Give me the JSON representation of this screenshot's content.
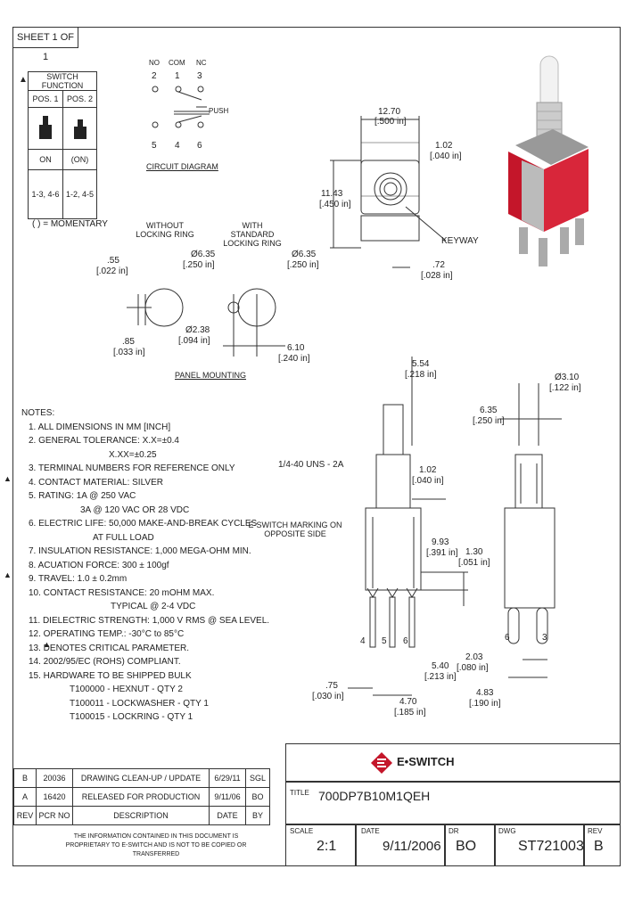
{
  "sheet": "SHEET 1 OF 1",
  "switch_function": {
    "title": "SWITCH FUNCTION",
    "pos1": "POS. 1",
    "pos2": "POS. 2",
    "state1": "ON",
    "state2": "(ON)",
    "conn1": "1-3, 4-6",
    "conn2": "1-2, 4-5",
    "momentary_note": "( ) = MOMENTARY"
  },
  "circuit": {
    "labels_top": [
      "NO",
      "COM",
      "NC"
    ],
    "nums_top": [
      "2",
      "1",
      "3"
    ],
    "nums_bottom": [
      "5",
      "4",
      "6"
    ],
    "push": "PUSH",
    "title": "CIRCUIT DIAGRAM"
  },
  "panel": {
    "without": "WITHOUT LOCKING RING",
    "with": "WITH STANDARD LOCKING RING",
    "d1": "Ø6.35",
    "d1i": "[.250 in]",
    "d2": "Ø6.35",
    "d2i": "[.250 in]",
    "d3": "Ø2.38",
    "d3i": "[.094 in]",
    "a": ".55",
    "ai": "[.022 in]",
    "b": ".85",
    "bi": "[.033 in]",
    "c": "6.10",
    "ci": "[.240 in]",
    "title": "PANEL MOUNTING"
  },
  "top_view": {
    "w": "12.70",
    "wi": "[.500 in]",
    "h": "11.43",
    "hi": "[.450 in]",
    "k": "1.02",
    "ki": "[.040 in]",
    "key": "KEYWAY",
    "m": ".72",
    "mi": "[.028 in]"
  },
  "notes": [
    "NOTES:",
    "1. ALL DIMENSIONS IN MM [INCH]",
    "2. GENERAL TOLERANCE: X.X=±0.4",
    "X.XX=±0.25",
    "3. TERMINAL NUMBERS FOR REFERENCE ONLY",
    "4. CONTACT MATERIAL: SILVER",
    "5. RATING: 1A @ 250 VAC",
    "3A @ 120 VAC OR 28 VDC",
    "6. ELECTRIC LIFE: 50,000 MAKE-AND-BREAK CYCLES",
    "AT FULL LOAD",
    "7. INSULATION RESISTANCE: 1,000 MEGA-OHM MIN.",
    "8. ACUATION FORCE: 300 ± 100gf",
    "9. TRAVEL: 1.0 ± 0.2mm",
    "10. CONTACT RESISTANCE: 20 mOHM MAX.",
    "TYPICAL @ 2-4 VDC",
    "11. DIELECTRIC STRENGTH: 1,000 V RMS @ SEA LEVEL.",
    "12. OPERATING TEMP.: -30°C to 85°C",
    "13. DENOTES CRITICAL PARAMETER.",
    "14. 2002/95/EC (ROHS) COMPLIANT.",
    "15. HARDWARE TO BE SHIPPED BULK",
    "T100000 - HEXNUT - QTY 2",
    "T100011 - LOCKWASHER - QTY 1",
    "T100015 - LOCKRING - QTY 1"
  ],
  "side_view": {
    "thread": "1/4-40 UNS - 2A",
    "mark": "E-SWITCH MARKING ON OPPOSITE SIDE",
    "h1": "5.54",
    "h1i": "[.218 in]",
    "h2": "1.02",
    "h2i": "[.040 in]",
    "h3": "9.93",
    "h3i": "[.391 in]",
    "h4": "1.30",
    "h4i": "[.051 in]",
    "p1": "5.40",
    "p1i": "[.213 in]",
    "p2": ".75",
    "p2i": "[.030 in]",
    "p3": "4.70",
    "p3i": "[.185 in]",
    "pins": [
      "4",
      "5",
      "6"
    ]
  },
  "end_view": {
    "d": "Ø3.10",
    "di": "[.122 in]",
    "w": "6.35",
    "wi": "[.250 in]",
    "s": "2.03",
    "si": "[.080 in]",
    "t": "4.83",
    "ti": "[.190 in]",
    "pins": [
      "6",
      "3"
    ]
  },
  "revisions": [
    {
      "rev": "B",
      "pcr": "20036",
      "desc": "DRAWING CLEAN-UP / UPDATE",
      "date": "6/29/11",
      "by": "SGL"
    },
    {
      "rev": "A",
      "pcr": "16420",
      "desc": "RELEASED FOR PRODUCTION",
      "date": "9/11/06",
      "by": "BO"
    }
  ],
  "rev_headers": {
    "rev": "REV",
    "pcr": "PCR NO",
    "desc": "DESCRIPTION",
    "date": "DATE",
    "by": "BY"
  },
  "footer": "THE INFORMATION CONTAINED IN THIS DOCUMENT IS PROPRIETARY TO E-SWITCH AND IS NOT TO BE COPIED OR TRANSFERRED",
  "title_block": {
    "brand": "E•SWITCH",
    "title_label": "TITLE",
    "title": "700DP7B10M1QEH",
    "scale_label": "SCALE",
    "scale": "2:1",
    "date_label": "DATE",
    "date": "9/11/2006",
    "dr_label": "DR",
    "dr": "BO",
    "dwg_label": "DWG",
    "dwg": "ST721003",
    "rev_label": "REV",
    "rev": "B"
  },
  "colors": {
    "accent": "#c4162a",
    "line": "#333333"
  }
}
